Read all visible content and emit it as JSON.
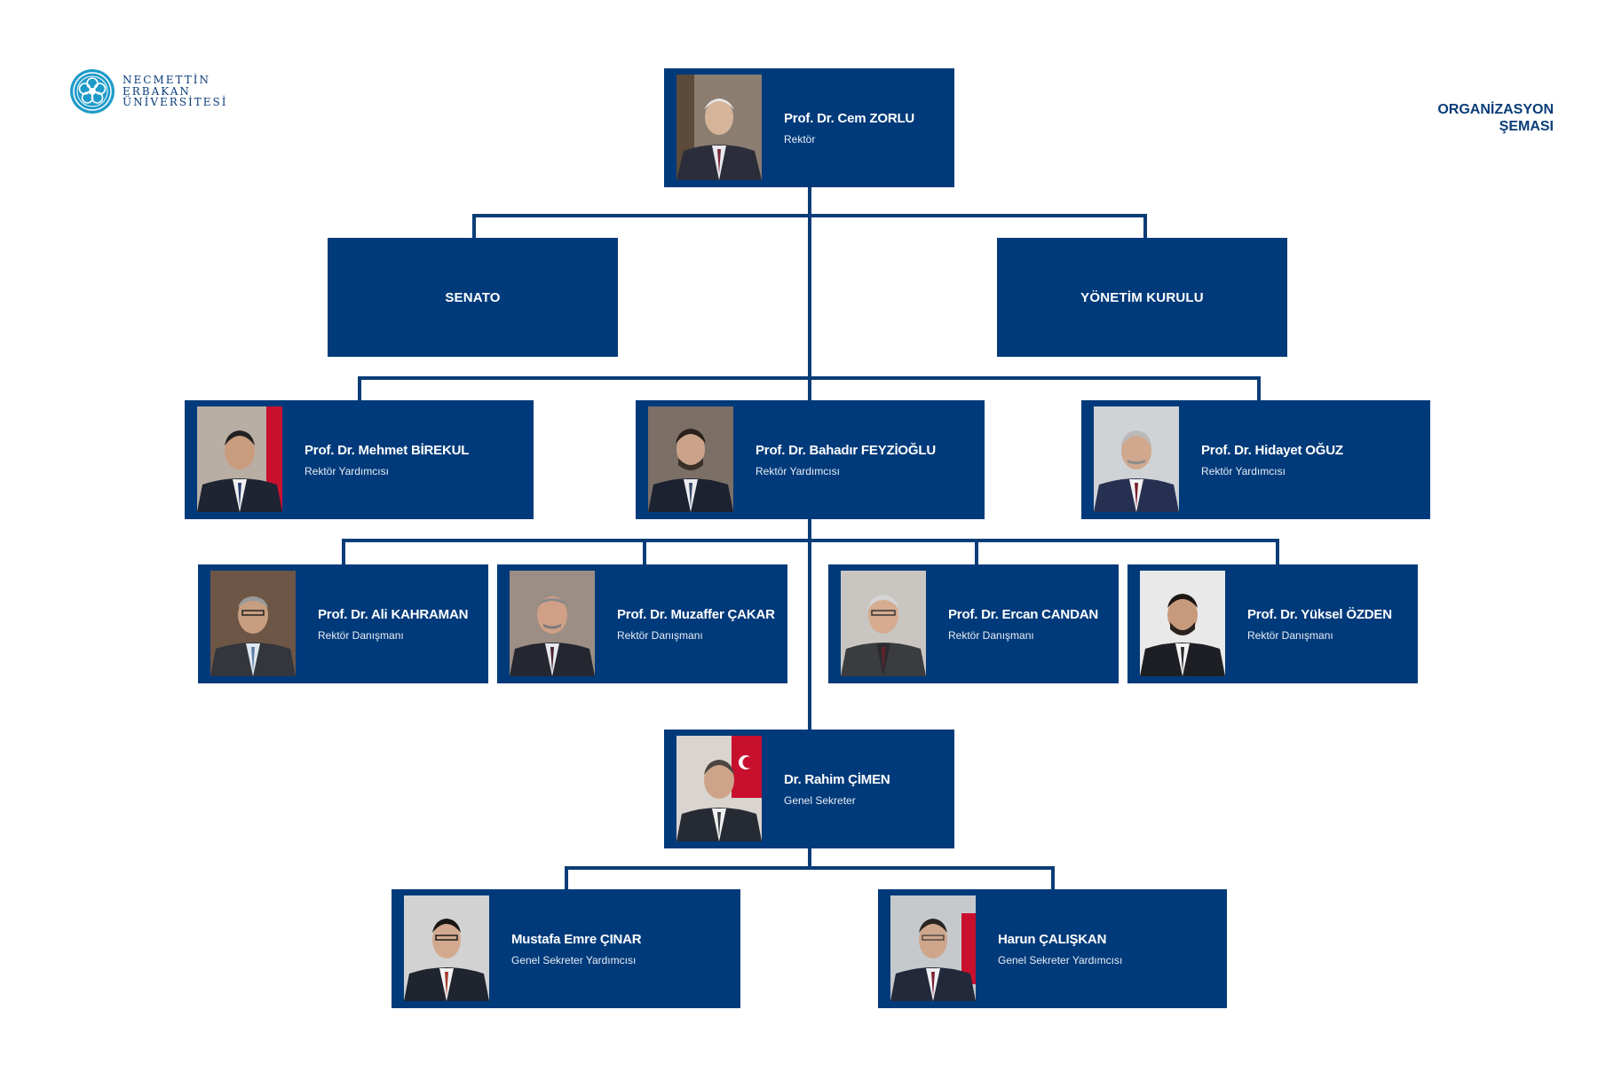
{
  "logo": {
    "lines": [
      "NECMETTİN",
      "ERBAKAN",
      "ÜNİVERSİTESİ"
    ],
    "color": "#1f9bc9"
  },
  "title": {
    "line1": "ORGANİZASYON",
    "line2": "ŞEMASI"
  },
  "colors": {
    "box": "#003a7a",
    "connector": "#0a3d78"
  },
  "rector": {
    "name": "Prof. Dr. Cem ZORLU",
    "role": "Rektör"
  },
  "boards": {
    "senate": "SENATO",
    "executive": "YÖNETİM KURULU"
  },
  "vice_rectors": [
    {
      "name": "Prof. Dr. Mehmet BİREKUL",
      "role": "Rektör Yardımcısı"
    },
    {
      "name": "Prof. Dr. Bahadır FEYZİOĞLU",
      "role": "Rektör Yardımcısı"
    },
    {
      "name": "Prof. Dr. Hidayet OĞUZ",
      "role": "Rektör Yardımcısı"
    }
  ],
  "advisors": [
    {
      "name": "Prof. Dr. Ali KAHRAMAN",
      "role": "Rektör Danışmanı"
    },
    {
      "name": "Prof. Dr. Muzaffer ÇAKAR",
      "role": "Rektör Danışmanı"
    },
    {
      "name": "Prof. Dr. Ercan CANDAN",
      "role": "Rektör Danışmanı"
    },
    {
      "name": "Prof. Dr. Yüksel ÖZDEN",
      "role": "Rektör Danışmanı"
    }
  ],
  "secretary_general": {
    "name": "Dr. Rahim ÇİMEN",
    "role": "Genel Sekreter"
  },
  "deputy_secretaries": [
    {
      "name": "Mustafa Emre ÇINAR",
      "role": "Genel Sekreter Yardımcısı"
    },
    {
      "name": "Harun ÇALIŞKAN",
      "role": "Genel Sekreter Yardımcısı"
    }
  ]
}
